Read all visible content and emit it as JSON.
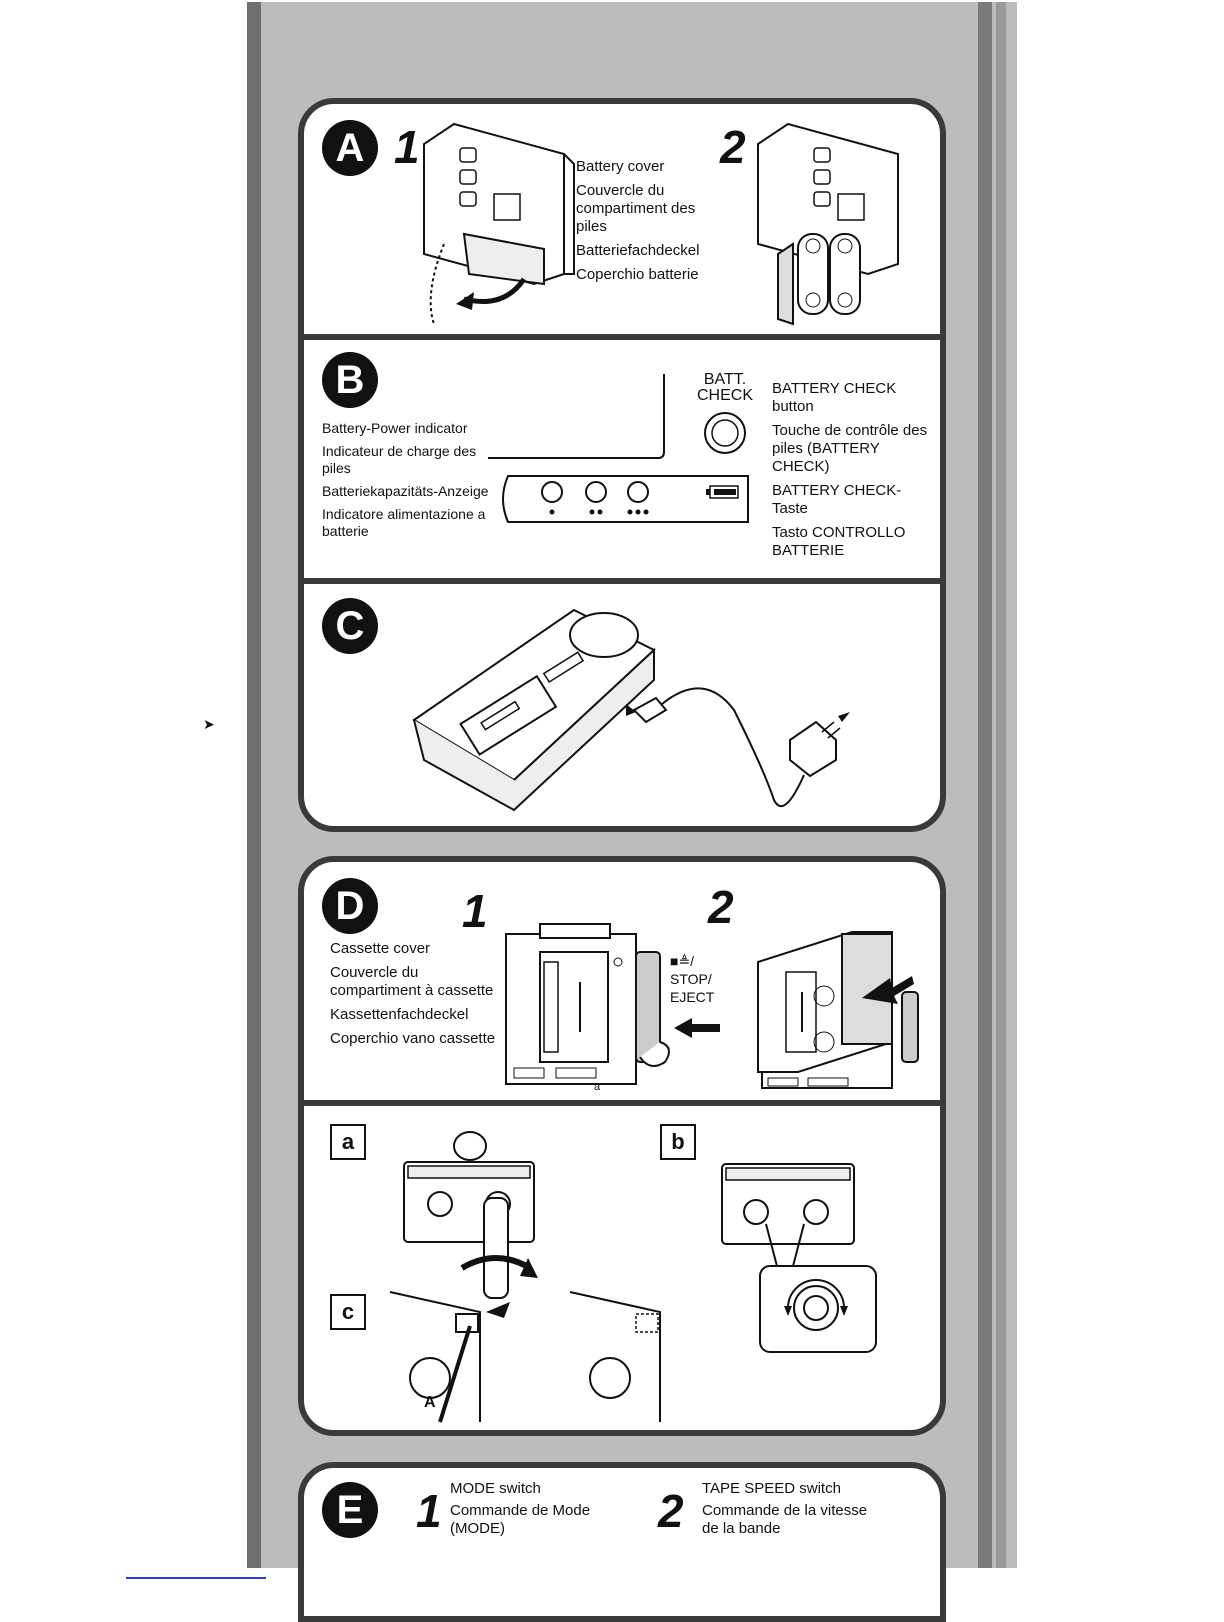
{
  "sectionA": {
    "letter": "A",
    "step1": "1",
    "step2": "2",
    "labels": [
      "Battery cover",
      "Couvercle du compartiment des piles",
      "Batteriefachdeckel",
      "Coperchio batterie"
    ]
  },
  "sectionB": {
    "letter": "B",
    "indicator_labels": [
      "Battery-Power indicator",
      "Indicateur de charge des piles",
      "Batteriekapazitäts-Anzeige",
      "Indicatore alimentazione a batterie"
    ],
    "button_caption_1": "BATT.",
    "button_caption_2": "CHECK",
    "button_labels": [
      "BATTERY CHECK button",
      "Touche de contrôle des piles (BATTERY CHECK)",
      "BATTERY CHECK-Taste",
      "Tasto CONTROLLO BATTERIE"
    ]
  },
  "sectionC": {
    "letter": "C"
  },
  "sectionD": {
    "letter": "D",
    "step1": "1",
    "step2": "2",
    "labels": [
      "Cassette cover",
      "Couvercle du compartiment à cassette",
      "Kassettenfachdeckel",
      "Coperchio vano cassette"
    ],
    "stop_symbol": "■≜/",
    "stop_label": "STOP/",
    "eject_label": "EJECT",
    "sub_a": "a",
    "sub_b": "b",
    "sub_c": "c",
    "marker_a": "a",
    "marker_A": "A"
  },
  "sectionE": {
    "letter": "E",
    "step1": "1",
    "step2": "2",
    "mode_labels": [
      "MODE switch",
      "Commande de Mode",
      "(MODE)"
    ],
    "speed_labels": [
      "TAPE SPEED switch",
      "Commande de la vitesse",
      "de la bande"
    ]
  }
}
